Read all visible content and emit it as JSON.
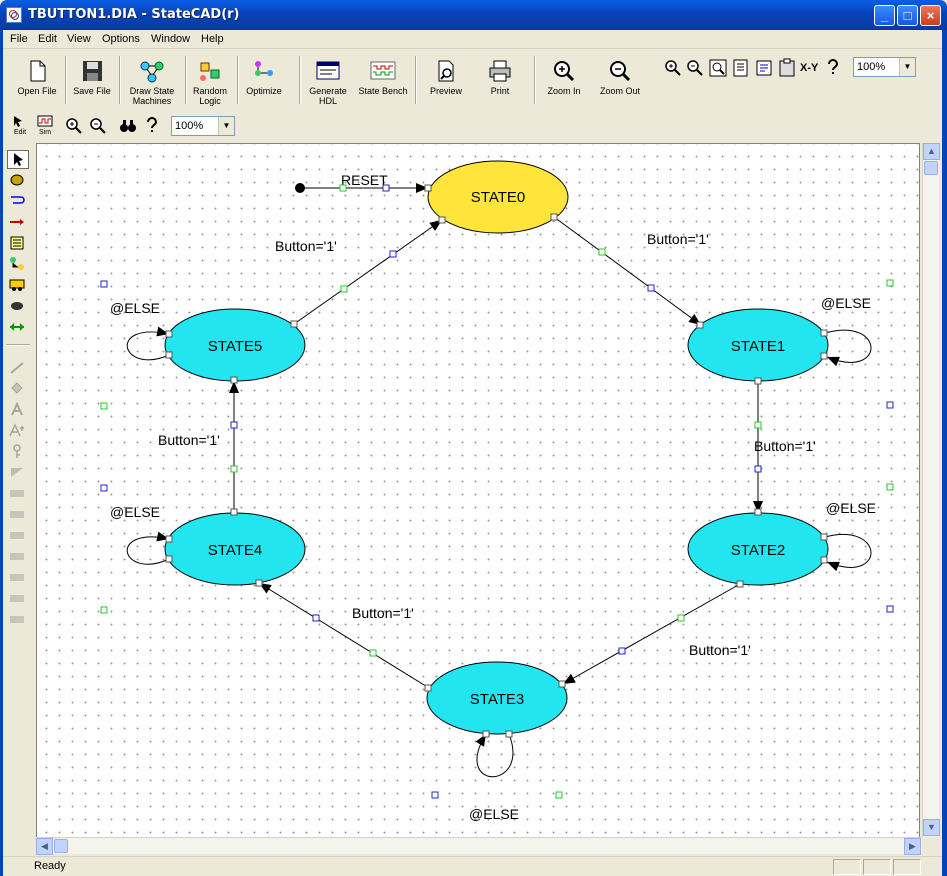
{
  "window": {
    "title": "TBUTTON1.DIA - StateCAD(r)"
  },
  "menu": [
    "File",
    "Edit",
    "View",
    "Options",
    "Window",
    "Help"
  ],
  "toolbar": {
    "open_file": "Open File",
    "save_file": "Save File",
    "draw_l1": "Draw State",
    "draw_l2": "Machines",
    "random_l1": "Random",
    "random_l2": "Logic",
    "optimize": "Optimize",
    "generate_l1": "Generate",
    "generate_l2": "HDL",
    "state_bench": "State Bench",
    "preview": "Preview",
    "print": "Print",
    "zoom_in": "Zoom In",
    "zoom_out": "Zoom Out"
  },
  "toolbar2": {
    "edit": "Edit",
    "sim": "Sim",
    "zoom": "100%"
  },
  "toolbar_right": {
    "zoom": "100%",
    "xy": "X-Y"
  },
  "diagram": {
    "reset_label": "RESET",
    "states": {
      "s0": "STATE0",
      "s1": "STATE1",
      "s2": "STATE2",
      "s3": "STATE3",
      "s4": "STATE4",
      "s5": "STATE5"
    },
    "transition_label": "Button='1'",
    "else_label": "@ELSE",
    "colors": {
      "initial_state": "#ffe53b",
      "state": "#22e5ef"
    }
  },
  "status": {
    "text": "Ready"
  }
}
